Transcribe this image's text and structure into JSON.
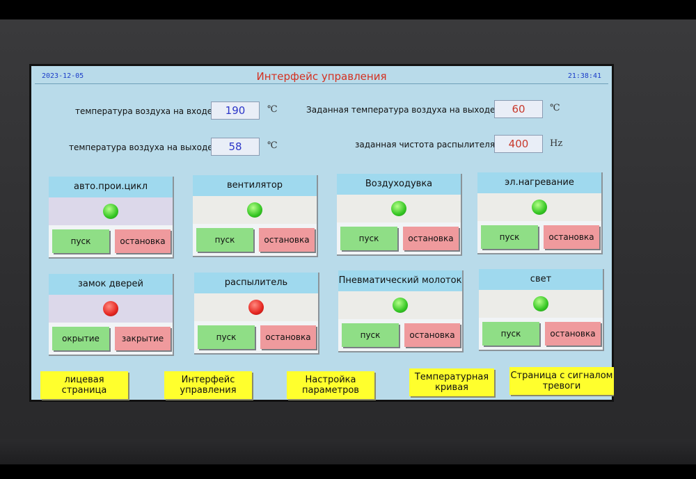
{
  "header": {
    "date": "2023-12-05",
    "title": "Интерфейс управления",
    "time": "21:38:41"
  },
  "readings": {
    "inlet_air_temp": {
      "label": "температура воздуха на входе",
      "value": "190",
      "unit": "℃"
    },
    "outlet_air_temp": {
      "label": "температура воздуха на выходе",
      "value": "58",
      "unit": "℃"
    },
    "set_outlet_temp": {
      "label": "Заданная температура воздуха на выходе",
      "value": "60",
      "unit": "℃"
    },
    "set_atomizer_freq": {
      "label": "заданная чистота распылителя",
      "value": "400",
      "unit": "Hz"
    }
  },
  "colors": {
    "screen_bg": "#b9dbea",
    "card_header": "#9fd9ee",
    "start_button": "#8fde86",
    "stop_button": "#ef9a9d",
    "nav_button": "#ffff2d",
    "lamp_on": "#35c623",
    "lamp_off": "#e52620"
  },
  "cards": [
    {
      "title": "авто.прои.цикл",
      "status": "green",
      "start_label": "пуск",
      "stop_label": "остановка"
    },
    {
      "title": "вентилятор",
      "status": "green",
      "start_label": "пуск",
      "stop_label": "остановка"
    },
    {
      "title": "Воздуходувка",
      "status": "green",
      "start_label": "пуск",
      "stop_label": "остановка"
    },
    {
      "title": "эл.нагревание",
      "status": "green",
      "start_label": "пуск",
      "stop_label": "остановка"
    },
    {
      "title": "замок дверей",
      "status": "red",
      "start_label": "окрытие",
      "stop_label": "закрытие"
    },
    {
      "title": "распылитель",
      "status": "red",
      "start_label": "пуск",
      "stop_label": "остановка"
    },
    {
      "title": "Пневматический молоток",
      "status": "green",
      "start_label": "пуск",
      "stop_label": "остановка"
    },
    {
      "title": "свет",
      "status": "green",
      "start_label": "пуск",
      "stop_label": "остановка"
    }
  ],
  "nav": [
    {
      "line1": "лицевая",
      "line2": "страница"
    },
    {
      "line1": "Интерфейс",
      "line2": "управления"
    },
    {
      "line1": "Настройка",
      "line2": "параметров"
    },
    {
      "line1": "Температурная",
      "line2": "кривая"
    },
    {
      "line1": "Страница с сигналом",
      "line2": "тревоги"
    }
  ]
}
